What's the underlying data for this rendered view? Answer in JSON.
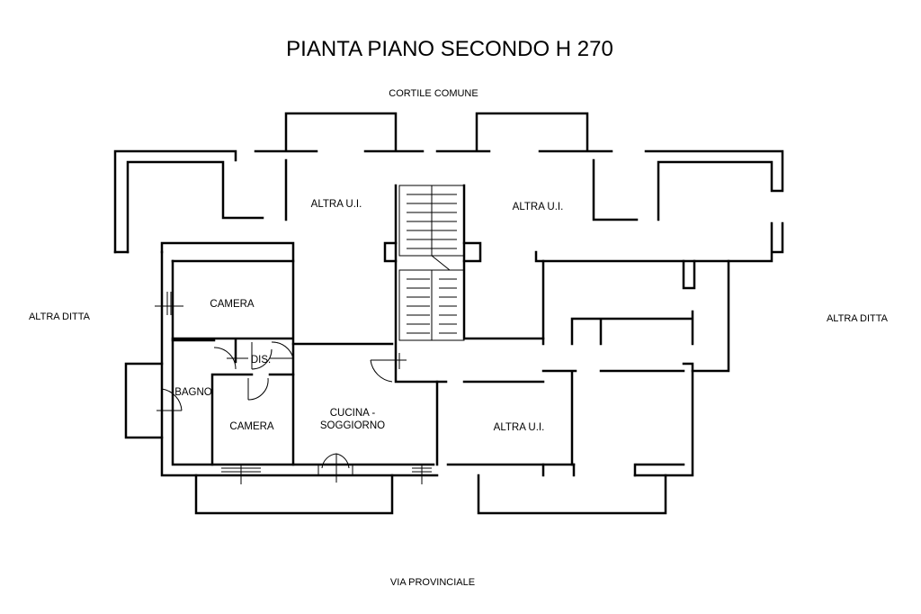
{
  "title": "PIANTA PIANO SECONDO H 270",
  "context": {
    "top": "CORTILE COMUNE",
    "bottom": "VIA PROVINCIALE",
    "left": "ALTRA DITTA",
    "right": "ALTRA DITTA"
  },
  "rooms": {
    "altra_ui_left": "ALTRA U.I.",
    "altra_ui_right": "ALTRA U.I.",
    "altra_ui_bottom": "ALTRA U.I.",
    "camera_top": "CAMERA",
    "camera_bottom": "CAMERA",
    "dis": "DIS.",
    "bagno": "BAGNO",
    "cucina_line1": "CUCINA -",
    "cucina_line2": "SOGGIORNO"
  },
  "colors": {
    "line": "#000000",
    "background": "#ffffff"
  }
}
